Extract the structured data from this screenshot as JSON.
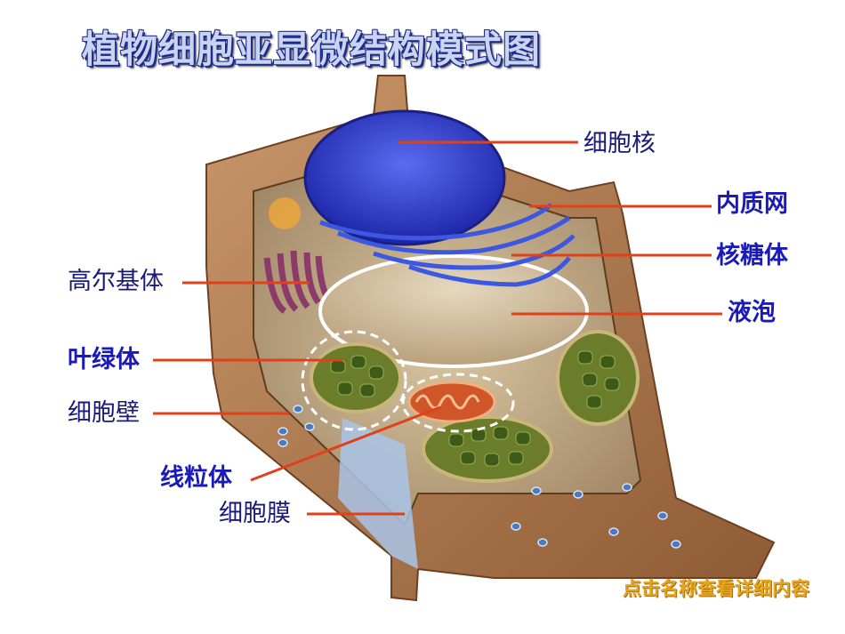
{
  "title": "植物细胞亚显微结构模式图",
  "labels": {
    "nucleus": "细胞核",
    "er": "内质网",
    "ribosome": "核糖体",
    "vacuole": "液泡",
    "golgi": "高尔基体",
    "chloroplast": "叶绿体",
    "cell_wall": "细胞壁",
    "mitochondria": "线粒体",
    "cell_membrane": "细胞膜"
  },
  "hint": "点击名称查看详细内容",
  "colors": {
    "label_plain": "#1a1a7a",
    "label_bold": "#1a1ab8",
    "leader_line": "#e0401a",
    "hint": "#e8a51c",
    "cell_wall": "#b8845a",
    "nucleus": "#2a3cc8",
    "chloroplast": "#4f6a1a"
  }
}
